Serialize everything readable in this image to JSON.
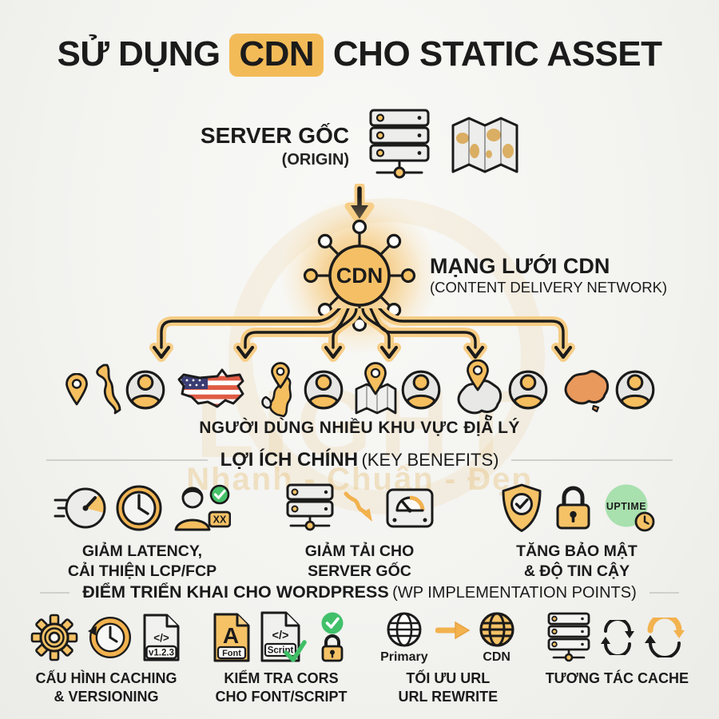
{
  "title": {
    "pre": "SỬ DỤNG",
    "highlight": "CDN",
    "post": "CHO STATIC ASSET"
  },
  "origin": {
    "label": "SERVER GỐC",
    "sublabel": "(ORIGIN)"
  },
  "cdn": {
    "node": "CDN",
    "label": "MẠNG LƯỚI CDN",
    "sublabel": "(CONTENT DELIVERY NETWORK)"
  },
  "users": {
    "caption": "NGƯỜI DÙNG NHIỀU KHU VỰC ĐỊA LÝ"
  },
  "benefits": {
    "heading": "LỢI ÍCH CHÍNH",
    "heading_en": "(KEY BENEFITS)",
    "uptime_label": "UPTIME",
    "xx_label": "XX",
    "items": [
      {
        "line1": "GIẢM LATENCY,",
        "line2": "CẢI THIỆN LCP/FCP"
      },
      {
        "line1": "GIẢM TẢI CHO",
        "line2": "SERVER GỐC"
      },
      {
        "line1": "TĂNG BẢO MẬT",
        "line2": "& ĐỘ TIN CẬY"
      }
    ]
  },
  "wordpress": {
    "heading": "ĐIỂM TRIỂN KHAI CHO WORDPRESS",
    "heading_en": "(WP IMPLEMENTATION POINTS)",
    "badges": {
      "version": "v1.2.3",
      "code": "</>",
      "font_label": "Font",
      "script_label": "Script",
      "font_letter": "A"
    },
    "url_labels": {
      "from": "Primary",
      "to": "CDN"
    },
    "items": [
      {
        "line1": "CẤU HÌNH CACHING",
        "line2": "& VERSIONING"
      },
      {
        "line1": "KIỂM TRA CORS",
        "line2": "CHO FONT/SCRIPT"
      },
      {
        "line1": "TỐI ƯU URL",
        "line2": "URL REWRITE"
      },
      {
        "line1": "TƯƠNG TÁC CACHE",
        "line2": ""
      }
    ]
  },
  "watermark": {
    "brand": "LIGHT",
    "tagline": "Nhanh - Chuẩn - Đẹp"
  },
  "colors": {
    "accent": "#F2B95B",
    "accent_deep": "#E8A13C",
    "glow": "#F7CD85",
    "ink": "#1B1B1B",
    "green": "#3FBF66",
    "green_light": "#A8E0AE",
    "orange": "#E9995C",
    "gray_fill": "#E6E6E4",
    "bg": "#F4F4F2"
  }
}
